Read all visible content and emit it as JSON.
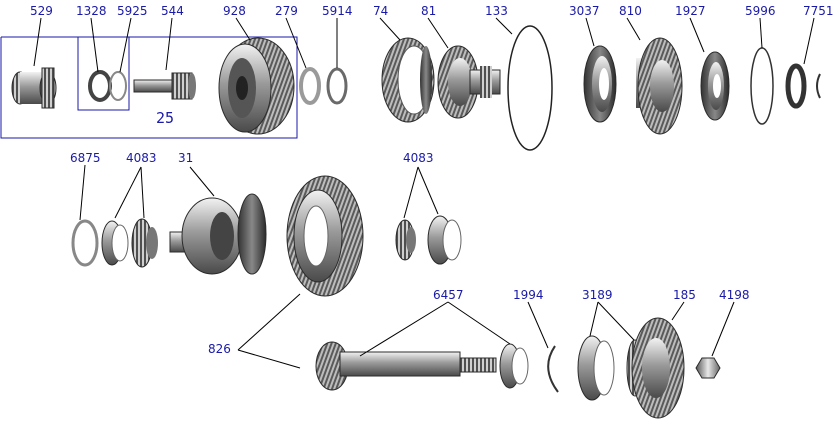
{
  "diagram": {
    "group_label": "25",
    "callouts": [
      {
        "id": "c529",
        "text": "529"
      },
      {
        "id": "c1328",
        "text": "1328"
      },
      {
        "id": "c5925",
        "text": "5925"
      },
      {
        "id": "c544",
        "text": "544"
      },
      {
        "id": "c928",
        "text": "928"
      },
      {
        "id": "c279",
        "text": "279"
      },
      {
        "id": "c5914",
        "text": "5914"
      },
      {
        "id": "c74",
        "text": "74"
      },
      {
        "id": "c81",
        "text": "81"
      },
      {
        "id": "c133",
        "text": "133"
      },
      {
        "id": "c3037",
        "text": "3037"
      },
      {
        "id": "c810",
        "text": "810"
      },
      {
        "id": "c1927",
        "text": "1927"
      },
      {
        "id": "c5996",
        "text": "5996"
      },
      {
        "id": "c7751",
        "text": "7751"
      },
      {
        "id": "c6875",
        "text": "6875"
      },
      {
        "id": "c4083a",
        "text": "4083"
      },
      {
        "id": "c31",
        "text": "31"
      },
      {
        "id": "c4083b",
        "text": "4083"
      },
      {
        "id": "c826",
        "text": "826"
      },
      {
        "id": "c6457",
        "text": "6457"
      },
      {
        "id": "c1994",
        "text": "1994"
      },
      {
        "id": "c3189",
        "text": "3189"
      },
      {
        "id": "c185",
        "text": "185"
      },
      {
        "id": "c4198",
        "text": "4198"
      }
    ]
  }
}
